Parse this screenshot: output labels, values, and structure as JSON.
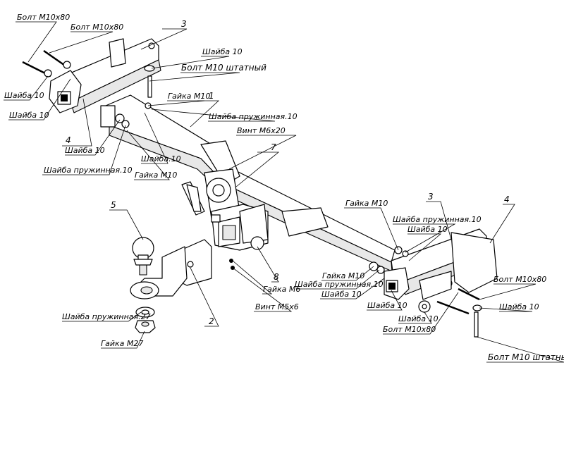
{
  "labels": {
    "bolt_m10x80_a": "Болт М10х80",
    "bolt_m10x80_b": "Болт М10х80",
    "washer10_left_top": "Шайба 10",
    "washer10_left_mid": "Шайба 10",
    "part4_left": "4",
    "part3_left": "3",
    "washer10_top": "Шайба 10",
    "bolt_m10_std_top": "Болт М10 штатный",
    "nut_m10_top": "Гайка М10",
    "part1": "1",
    "spring_washer10_top": "Шайба пружинная.10",
    "screw_m6x20": "Винт М6х20",
    "part7": "7",
    "washer10_left_low": "Шайба 10",
    "spring_washer10_left": "Шайба пружинная.10",
    "washer10_center": "Шайба.10",
    "nut_m10_left": "Гайка М10",
    "part5": "5",
    "nut_m10_right": "Гайка М10",
    "spring_washer10_right_top": "Шайба пружинная.10",
    "part3_right": "3",
    "part4_right": "4",
    "washer10_right_top": "Шайба 10",
    "nut_m10_right_low": "Гайка М10",
    "spring_washer10_right_low": "Шайба пружинная.10",
    "washer10_right_mid": "Шайба 10",
    "part8": "8",
    "nut_m6": "Гайка М6",
    "screw_m5x6": "Винт М5х6",
    "washer10_right_a": "Шайба 10",
    "washer10_right_b": "Шайба 10",
    "bolt_m10x80_right_low": "Болт М10х80",
    "bolt_m10x80_right": "Болт М10х80",
    "washer10_far_right": "Шайба 10",
    "spring_washer27": "Шайба пружинная.27",
    "part2": "2",
    "nut_m27": "Гайка М27",
    "bolt_m10_std_bottom": "Болт М10 штатный"
  }
}
